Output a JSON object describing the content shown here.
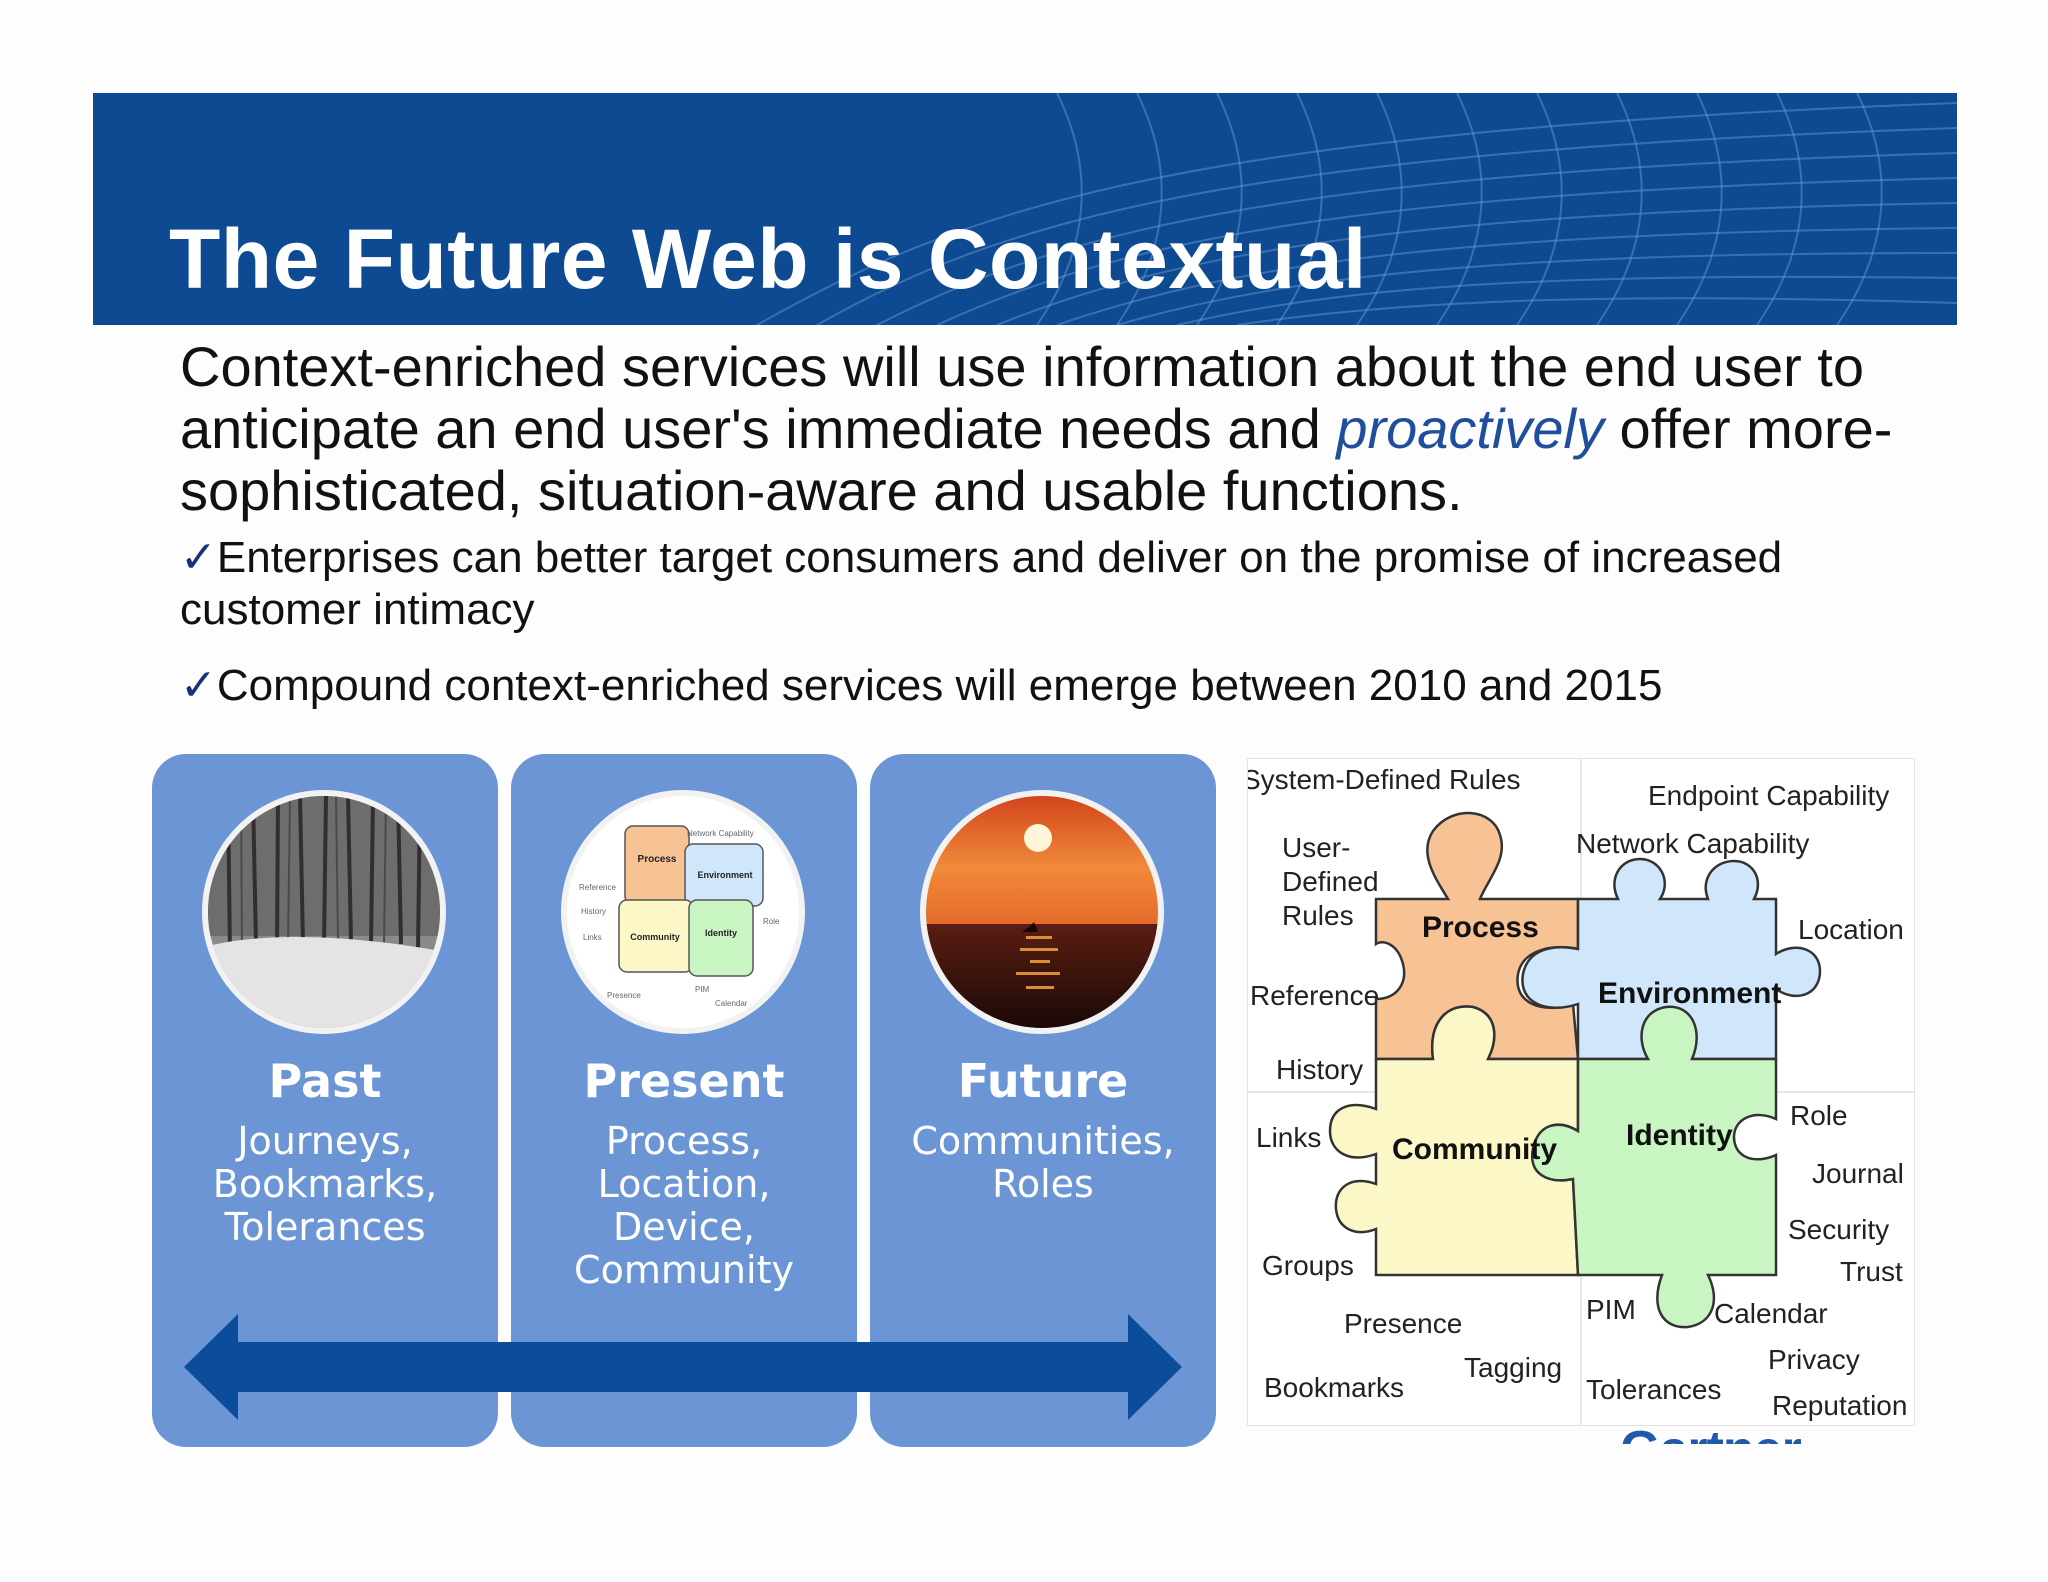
{
  "slide": {
    "title": "The Future Web is Contextual",
    "lead": {
      "text_before": "Context-enriched services will use information about the end user to anticipate an end user's immediate needs and ",
      "emphasis": "proactively",
      "text_after": " offer more-sophisticated, situation-aware and usable functions."
    },
    "bullets": [
      {
        "check": "✓",
        "text": "Enterprises can better target consumers and deliver on the promise of increased customer intimacy"
      },
      {
        "check": "✓",
        "text": "Compound context-enriched services will emerge between 2010 and 2015"
      }
    ]
  },
  "timeline": {
    "columns": [
      {
        "title": "Past",
        "lines": [
          "Journeys,",
          "Bookmarks,",
          "Tolerances"
        ],
        "image": "snowy-forest-image"
      },
      {
        "title": "Present",
        "lines": [
          "Process,",
          "Location,",
          "Device,",
          "Community"
        ],
        "image": "puzzle-thumbnail-image"
      },
      {
        "title": "Future",
        "lines": [
          "Communities,",
          "Roles"
        ],
        "image": "sunset-sea-image"
      }
    ],
    "arrow_icon": "double-headed-arrow-icon"
  },
  "puzzle": {
    "pieces": {
      "process": "Process",
      "environment": "Environment",
      "community": "Community",
      "identity": "Identity"
    },
    "labels": {
      "system_rules": "System-Defined Rules",
      "endpoint": "Endpoint Capability",
      "network": "Network Capability",
      "user_rules_1": "User-",
      "user_rules_2": "Defined",
      "user_rules_3": "Rules",
      "location": "Location",
      "reference": "Reference",
      "history": "History",
      "links": "Links",
      "role": "Role",
      "journal": "Journal",
      "security": "Security",
      "trust": "Trust",
      "groups": "Groups",
      "pim": "PIM",
      "calendar": "Calendar",
      "presence": "Presence",
      "privacy": "Privacy",
      "tagging": "Tagging",
      "bookmarks": "Bookmarks",
      "tolerances": "Tolerances",
      "reputation": "Reputation"
    },
    "colors": {
      "process": "#f8c394",
      "environment": "#cfe6fb",
      "community": "#fbf7c6",
      "identity": "#c9f5c3"
    }
  },
  "thumbnail_labels": {
    "process": "Process",
    "environment": "Environment",
    "community": "Community",
    "identity": "Identity"
  },
  "brand": {
    "logo_text": "Gartner"
  },
  "colors": {
    "banner": "#0d4a91",
    "column": "#6b95d5",
    "arrow": "#0b4d9b",
    "accent_text": "#1f4f9c"
  }
}
